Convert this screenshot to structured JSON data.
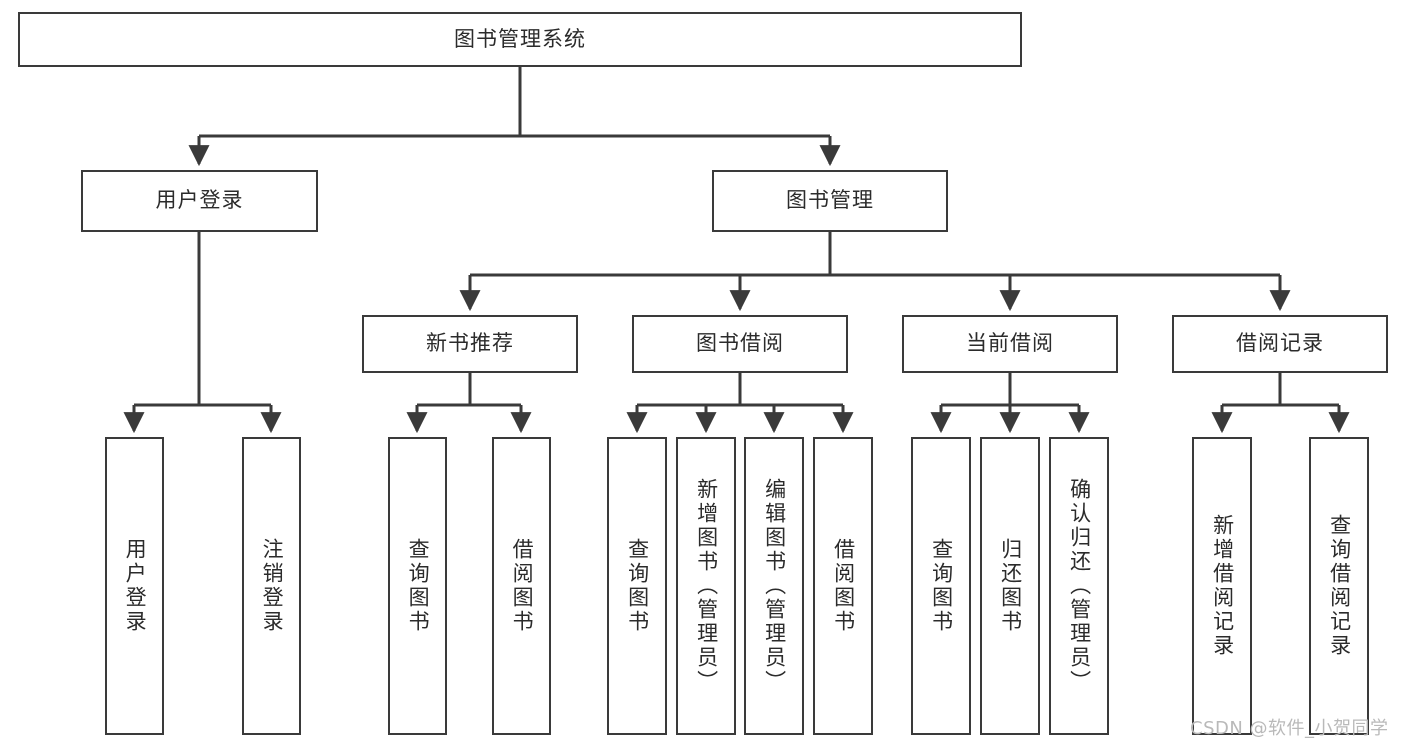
{
  "diagram": {
    "title": "图书管理系统",
    "type": "tree-hierarchy-chart",
    "watermark": "CSDN @软件_小贺同学",
    "colors": {
      "stroke": "#3a3a3a",
      "fill": "#ffffff",
      "text": "#2b2b2b",
      "watermark": "#b9b9b9"
    },
    "nodes": {
      "root": {
        "label": "图书管理系统",
        "level": 1,
        "orientation": "horizontal"
      },
      "l2": [
        {
          "id": "user-login",
          "label": "用户登录",
          "level": 2,
          "orientation": "horizontal"
        },
        {
          "id": "book-manage",
          "label": "图书管理",
          "level": 2,
          "orientation": "horizontal"
        }
      ],
      "l3": [
        {
          "id": "new-book-recommend",
          "label": "新书推荐",
          "level": 3,
          "orientation": "horizontal"
        },
        {
          "id": "book-borrow",
          "label": "图书借阅",
          "level": 3,
          "orientation": "horizontal"
        },
        {
          "id": "current-borrow",
          "label": "当前借阅",
          "level": 3,
          "orientation": "horizontal"
        },
        {
          "id": "borrow-record",
          "label": "借阅记录",
          "level": 3,
          "orientation": "horizontal"
        }
      ],
      "leaves": [
        {
          "id": "leaf-user-login",
          "label": "用户登录",
          "parent": "user-login",
          "orientation": "vertical"
        },
        {
          "id": "leaf-user-logout",
          "label": "注销登录",
          "parent": "user-login",
          "orientation": "vertical"
        },
        {
          "id": "leaf-query-book-1",
          "label": "查询图书",
          "parent": "new-book-recommend",
          "orientation": "vertical"
        },
        {
          "id": "leaf-borrow-book-1",
          "label": "借阅图书",
          "parent": "new-book-recommend",
          "orientation": "vertical"
        },
        {
          "id": "leaf-query-book-2",
          "label": "查询图书",
          "parent": "book-borrow",
          "orientation": "vertical"
        },
        {
          "id": "leaf-add-book",
          "label": "新增图书（管理员）",
          "parent": "book-borrow",
          "orientation": "vertical"
        },
        {
          "id": "leaf-edit-book",
          "label": "编辑图书（管理员）",
          "parent": "book-borrow",
          "orientation": "vertical"
        },
        {
          "id": "leaf-borrow-book-2",
          "label": "借阅图书",
          "parent": "book-borrow",
          "orientation": "vertical"
        },
        {
          "id": "leaf-query-book-3",
          "label": "查询图书",
          "parent": "current-borrow",
          "orientation": "vertical"
        },
        {
          "id": "leaf-return-book",
          "label": "归还图书",
          "parent": "current-borrow",
          "orientation": "vertical"
        },
        {
          "id": "leaf-confirm-return",
          "label": "确认归还（管理员）",
          "parent": "current-borrow",
          "orientation": "vertical"
        },
        {
          "id": "leaf-add-record",
          "label": "新增借阅记录",
          "parent": "borrow-record",
          "orientation": "vertical"
        },
        {
          "id": "leaf-query-record",
          "label": "查询借阅记录",
          "parent": "borrow-record",
          "orientation": "vertical"
        }
      ]
    }
  }
}
